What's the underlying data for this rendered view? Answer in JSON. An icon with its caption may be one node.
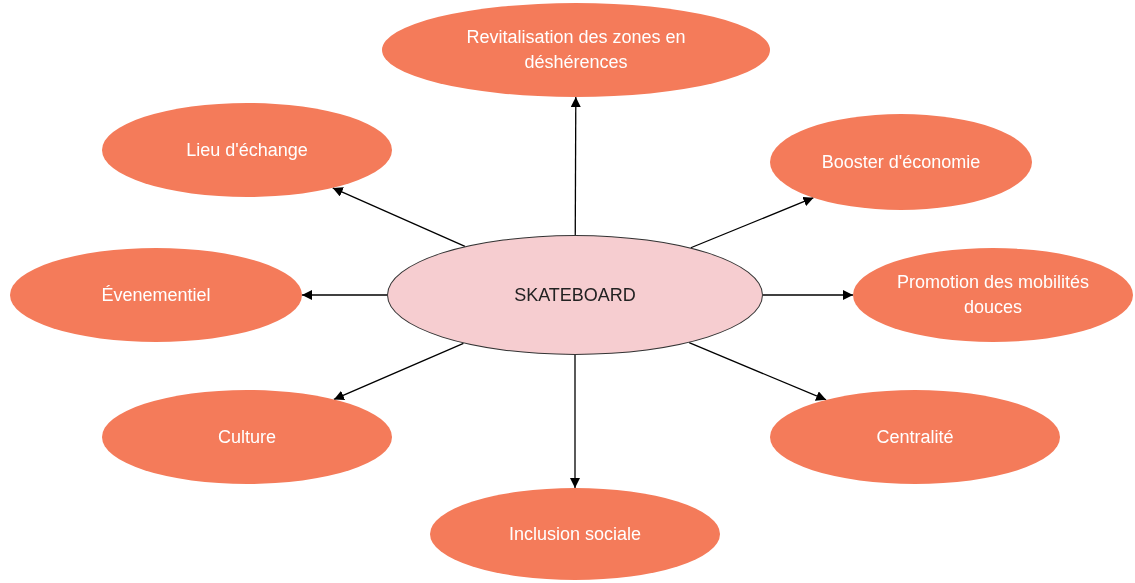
{
  "diagram": {
    "nodes": [
      {
        "text": [
          "Revitalisation des zones en déshérences"
        ]
      },
      {
        "text": [
          "Lieu d'échange"
        ]
      },
      {
        "text": [
          "Booster d'économie"
        ]
      },
      {
        "text": [
          "Évenementiel"
        ]
      },
      {
        "text": [
          "SKATEBOARD"
        ]
      },
      {
        "text": [
          "Promotion des mobilités douces"
        ]
      },
      {
        "text": [
          "Culture"
        ]
      },
      {
        "text": [
          "Centralité"
        ]
      },
      {
        "text": [
          "Inclusion sociale"
        ]
      }
    ],
    "edges": [
      {
        "from": 4,
        "to": 0,
        "arrow": "to"
      },
      {
        "from": 4,
        "to": 1,
        "arrow": "to"
      },
      {
        "from": 4,
        "to": 2,
        "arrow": "to"
      },
      {
        "from": 4,
        "to": 3,
        "arrow": "to"
      },
      {
        "from": 4,
        "to": 5,
        "arrow": "to"
      },
      {
        "from": 4,
        "to": 6,
        "arrow": "to"
      },
      {
        "from": 4,
        "to": 7,
        "arrow": "to"
      },
      {
        "from": 4,
        "to": 8,
        "arrow": "to"
      }
    ]
  }
}
